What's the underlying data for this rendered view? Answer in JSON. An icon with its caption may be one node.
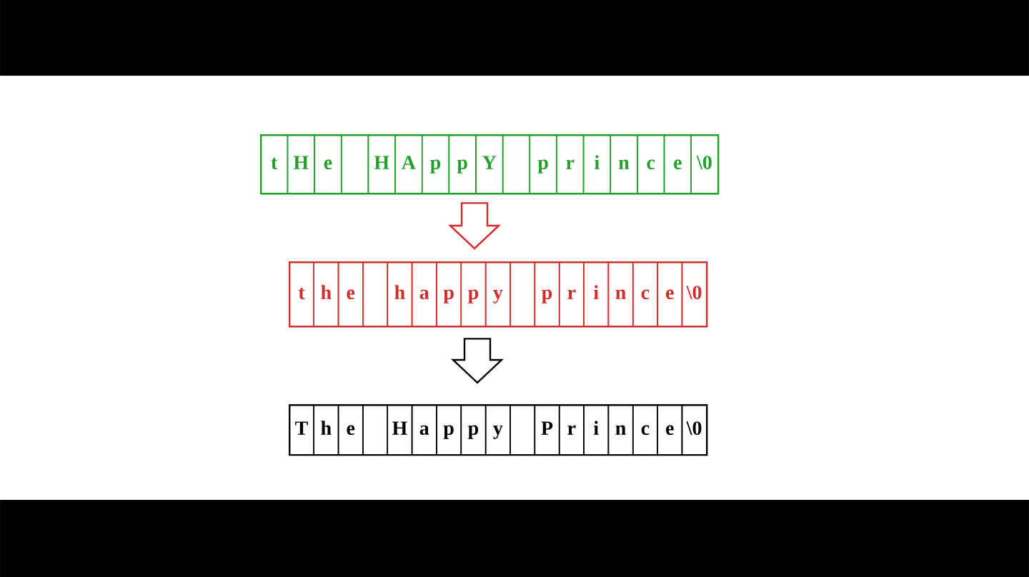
{
  "diagram": {
    "nodes": [
      {
        "text": [],
        "shape": "box"
      },
      {
        "text": [
          "t"
        ],
        "in": 0
      },
      {
        "text": [
          "H"
        ],
        "in": 0
      },
      {
        "text": [
          "e"
        ],
        "in": 0
      },
      {
        "text": [],
        "shape": "box",
        "in": 0
      },
      {
        "text": [
          "H"
        ],
        "in": 0
      },
      {
        "text": [
          "A"
        ],
        "in": 0
      },
      {
        "text": [
          "p"
        ],
        "in": 0
      },
      {
        "text": [
          "p"
        ],
        "in": 0
      },
      {
        "text": [
          "Y"
        ],
        "in": 0
      },
      {
        "text": [],
        "shape": "box",
        "in": 0
      },
      {
        "text": [
          "p"
        ],
        "in": 0
      },
      {
        "text": [
          "r"
        ],
        "in": 0
      },
      {
        "text": [
          "i"
        ],
        "in": 0
      },
      {
        "text": [
          "n"
        ],
        "in": 0
      },
      {
        "text": [
          "c"
        ],
        "in": 0
      },
      {
        "text": [
          "e"
        ],
        "in": 0
      },
      {
        "text": [
          "\\0"
        ],
        "in": 0
      },
      {
        "text": [],
        "shape": "box"
      },
      {
        "text": [
          "t"
        ],
        "in": 18
      },
      {
        "text": [
          "h"
        ],
        "in": 18
      },
      {
        "text": [
          "e"
        ],
        "in": 18
      },
      {
        "text": [],
        "shape": "box",
        "in": 18
      },
      {
        "text": [
          "h"
        ],
        "in": 18
      },
      {
        "text": [
          "a"
        ],
        "in": 18
      },
      {
        "text": [
          "p"
        ],
        "in": 18
      },
      {
        "text": [
          "p"
        ],
        "in": 18
      },
      {
        "text": [
          "y"
        ],
        "in": 18
      },
      {
        "text": [],
        "shape": "box",
        "in": 18
      },
      {
        "text": [
          "p"
        ],
        "in": 18
      },
      {
        "text": [
          "r"
        ],
        "in": 18
      },
      {
        "text": [
          "i"
        ],
        "in": 18
      },
      {
        "text": [
          "n"
        ],
        "in": 18
      },
      {
        "text": [
          "c"
        ],
        "in": 18
      },
      {
        "text": [
          "e"
        ],
        "in": 18
      },
      {
        "text": [
          "\\0"
        ],
        "in": 18
      },
      {
        "text": [],
        "shape": "box"
      },
      {
        "text": [
          "T"
        ],
        "in": 36
      },
      {
        "text": [
          "h"
        ],
        "in": 36
      },
      {
        "text": [
          "e"
        ],
        "in": 36
      },
      {
        "text": [],
        "shape": "box",
        "in": 36
      },
      {
        "text": [
          "H"
        ],
        "in": 36
      },
      {
        "text": [
          "a"
        ],
        "in": 36
      },
      {
        "text": [
          "p"
        ],
        "in": 36
      },
      {
        "text": [
          "p"
        ],
        "in": 36
      },
      {
        "text": [
          "y"
        ],
        "in": 36
      },
      {
        "text": [],
        "shape": "box",
        "in": 36
      },
      {
        "text": [
          "P"
        ],
        "in": 36
      },
      {
        "text": [
          "r"
        ],
        "in": 36
      },
      {
        "text": [
          "i"
        ],
        "in": 36
      },
      {
        "text": [
          "n"
        ],
        "in": 36
      },
      {
        "text": [
          "c"
        ],
        "in": 36
      },
      {
        "text": [
          "e"
        ],
        "in": 36
      },
      {
        "text": [
          "\\0"
        ],
        "in": 36
      }
    ],
    "edges": [
      {
        "from": 0,
        "to": 18,
        "arrow": "to",
        "color": "#d42a2a"
      },
      {
        "from": 18,
        "to": 36,
        "arrow": "to",
        "color": "#000000"
      }
    ]
  }
}
